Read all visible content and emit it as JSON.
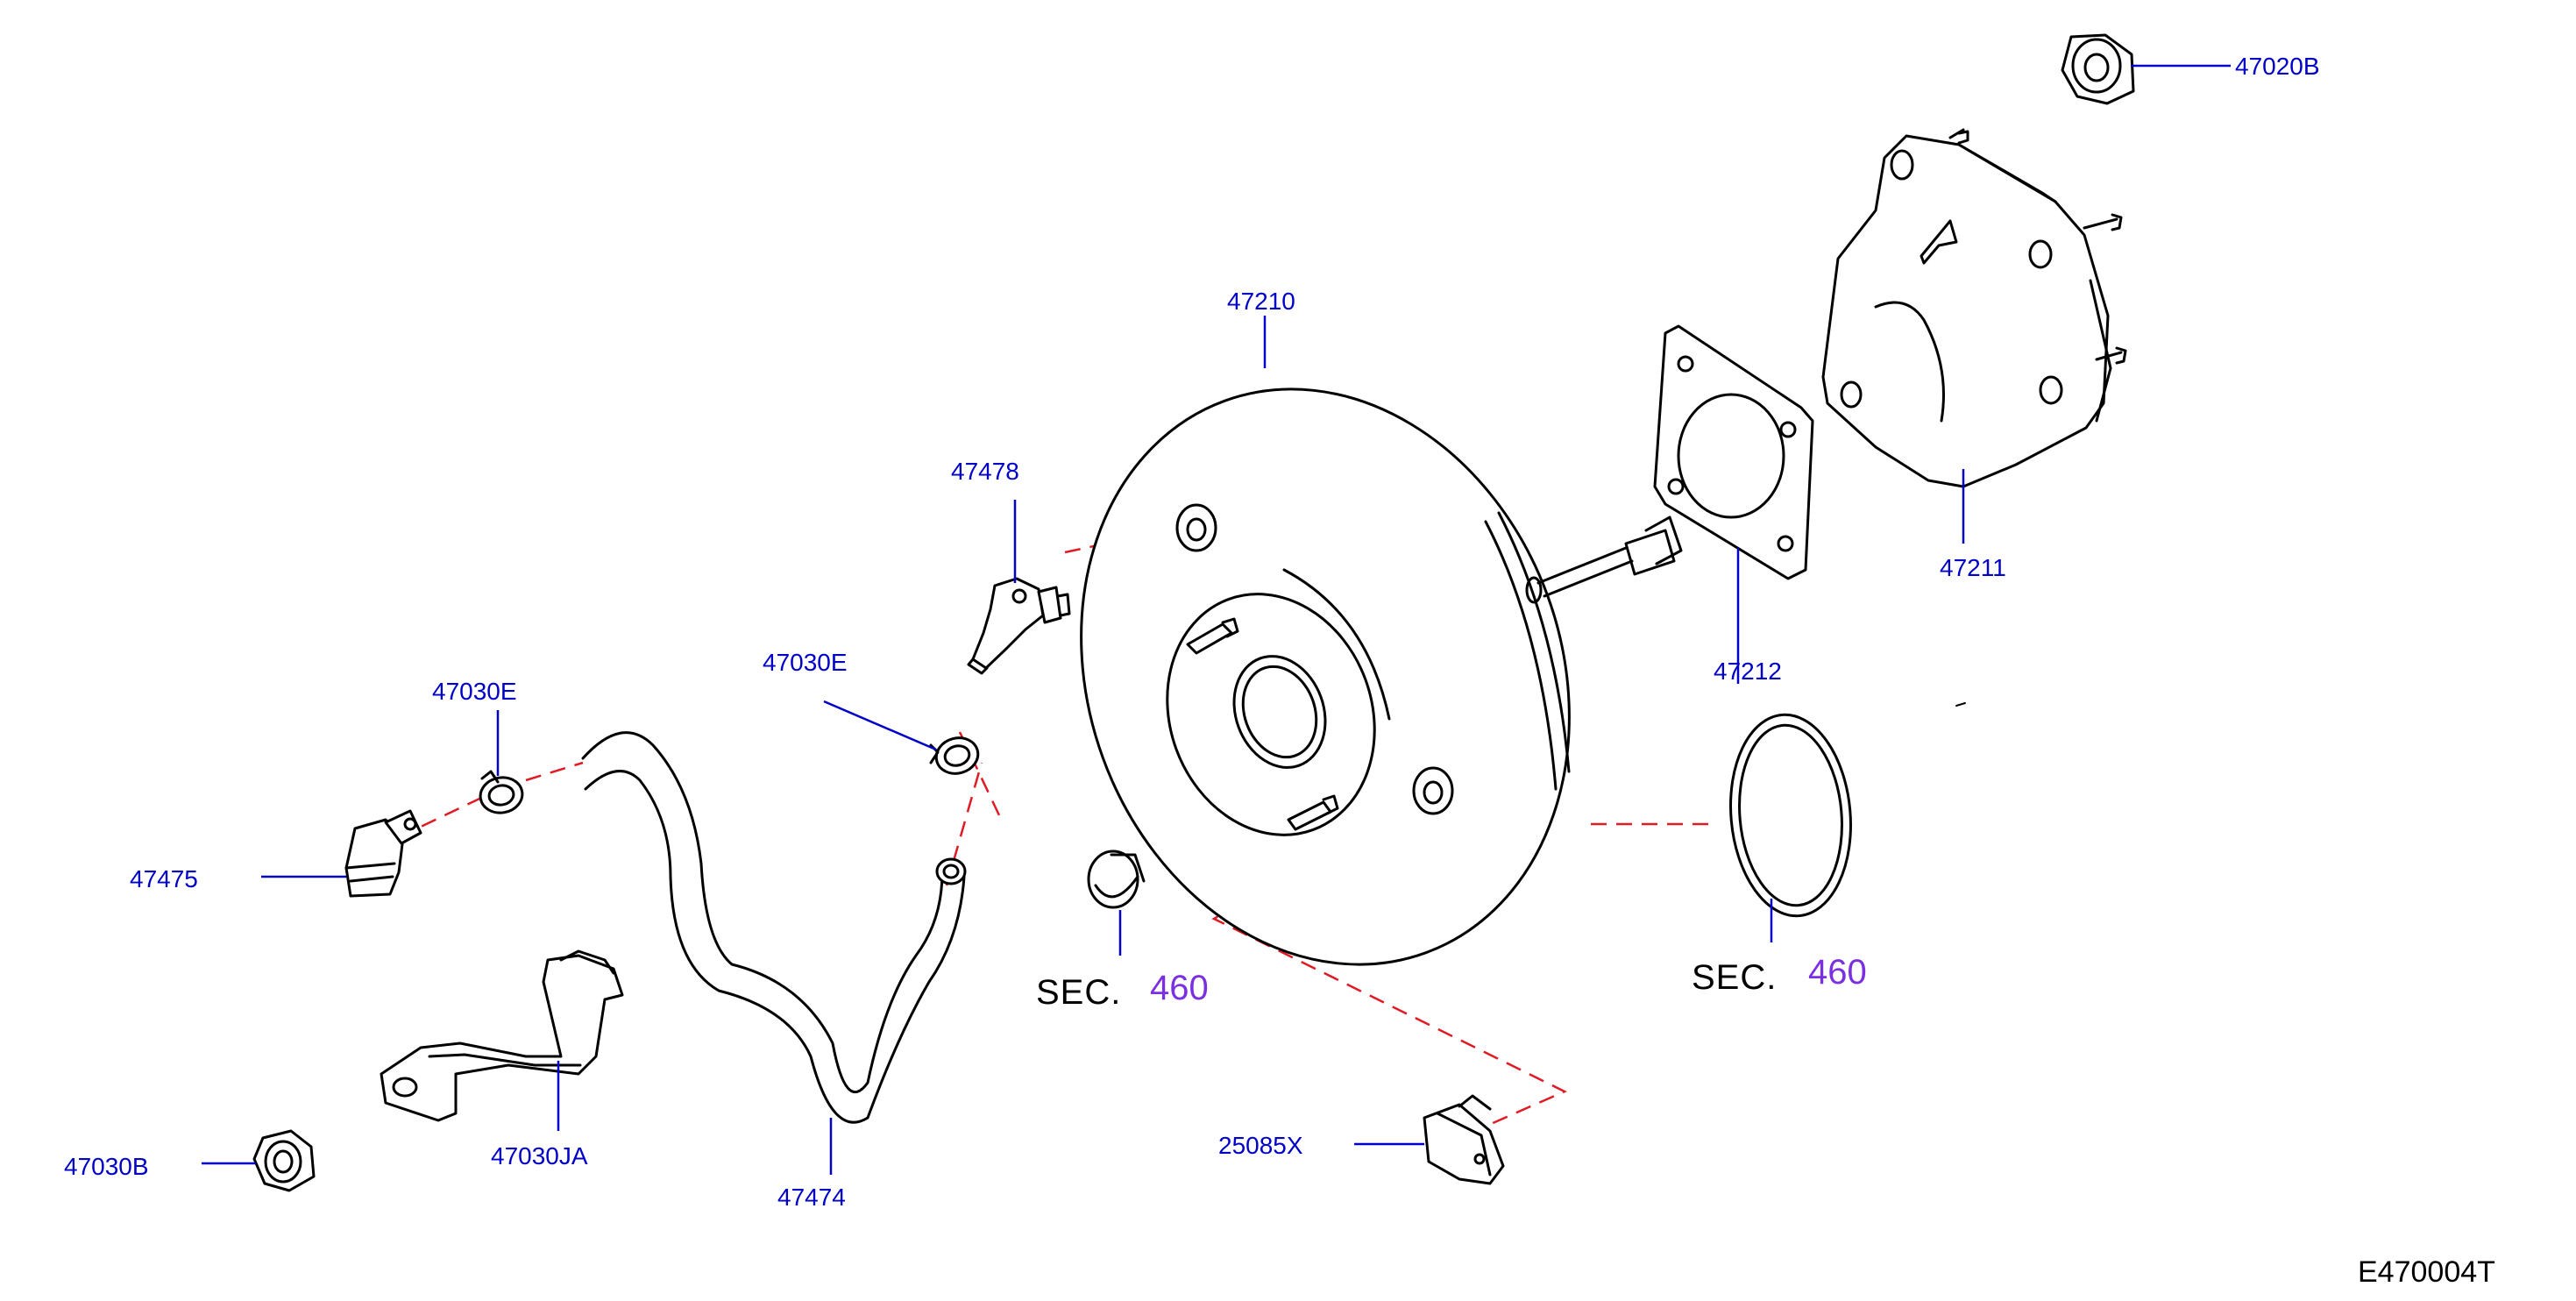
{
  "callouts": {
    "p47020B": "47020B",
    "p47210": "47210",
    "p47211": "47211",
    "p47212": "47212",
    "p47478": "47478",
    "p47030E_upper": "47030E",
    "p47030E_left": "47030E",
    "p47475": "47475",
    "p47030JA": "47030JA",
    "p47030B": "47030B",
    "p47474": "47474",
    "p25085X": "25085X"
  },
  "sections": [
    {
      "prefix": "SEC.",
      "number": "460"
    },
    {
      "prefix": "SEC.",
      "number": "460"
    }
  ],
  "diagram_code": "E470004T",
  "colors": {
    "callout": "#0000c8",
    "section_number": "#7a2fe0",
    "dashed_line": "#e01b24",
    "line_art": "#000000"
  }
}
